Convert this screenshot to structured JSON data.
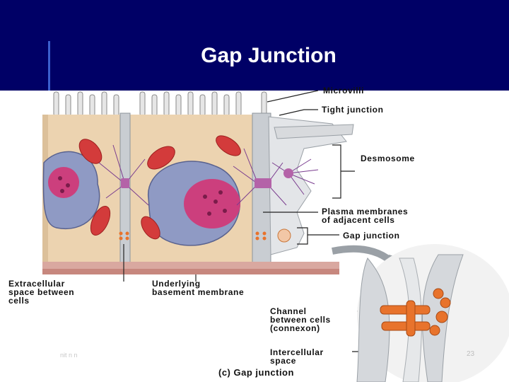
{
  "slide": {
    "title": "Gap Junction",
    "footer_text": "nit n n",
    "slide_number": "23"
  },
  "labels": {
    "microvilli": "Microvilli",
    "tight_junction": "Tight junction",
    "desmosome": "Desmosome",
    "plasma_membranes": "Plasma membranes\nof adjacent cells",
    "gap_junction": "Gap junction",
    "extracellular_space": "Extracellular\nspace between\ncells",
    "basement_membrane": "Underlying\nbasement membrane",
    "channel": "Channel\nbetween cells\n(connexon)",
    "intercellular_space": "Intercellular\nspace",
    "caption": "(c) Gap junction"
  },
  "colors": {
    "header_bg": "#000066",
    "cytoplasm": "#ecd3b0",
    "nucleus": "#8f9ac4",
    "chromatin": "#cc3f7d",
    "red_cell": "#d33b3b",
    "connexon": "#e8732c"
  }
}
